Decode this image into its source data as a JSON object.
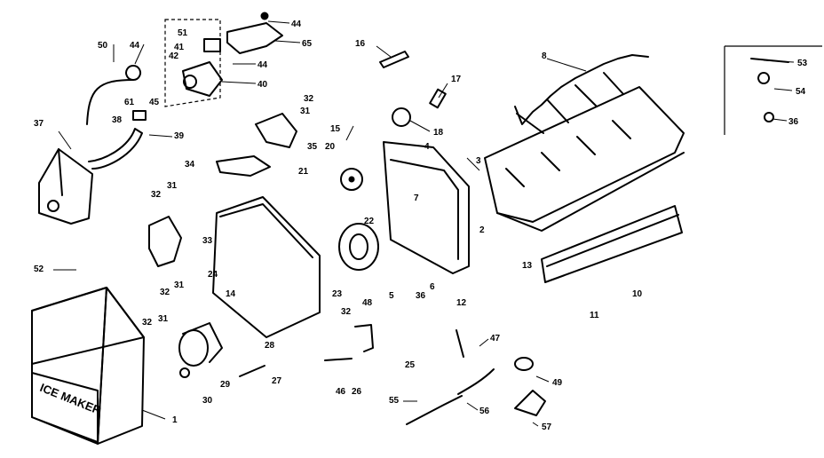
{
  "diagram": {
    "box_label": "ICE MAKER",
    "callouts": [
      {
        "id": "c1",
        "text": "1"
      },
      {
        "id": "c2",
        "text": "2"
      },
      {
        "id": "c3",
        "text": "3"
      },
      {
        "id": "c4",
        "text": "4"
      },
      {
        "id": "c5",
        "text": "5"
      },
      {
        "id": "c6",
        "text": "6"
      },
      {
        "id": "c7",
        "text": "7"
      },
      {
        "id": "c8",
        "text": "8"
      },
      {
        "id": "c10",
        "text": "10"
      },
      {
        "id": "c11",
        "text": "11"
      },
      {
        "id": "c12",
        "text": "12"
      },
      {
        "id": "c13",
        "text": "13"
      },
      {
        "id": "c14",
        "text": "14"
      },
      {
        "id": "c15",
        "text": "15"
      },
      {
        "id": "c16",
        "text": "16"
      },
      {
        "id": "c17",
        "text": "17"
      },
      {
        "id": "c18",
        "text": "18"
      },
      {
        "id": "c20",
        "text": "20"
      },
      {
        "id": "c21",
        "text": "21"
      },
      {
        "id": "c22",
        "text": "22"
      },
      {
        "id": "c23",
        "text": "23"
      },
      {
        "id": "c24",
        "text": "24"
      },
      {
        "id": "c25",
        "text": "25"
      },
      {
        "id": "c26",
        "text": "26"
      },
      {
        "id": "c27",
        "text": "27"
      },
      {
        "id": "c28",
        "text": "28"
      },
      {
        "id": "c29",
        "text": "29"
      },
      {
        "id": "c30",
        "text": "30"
      },
      {
        "id": "c31a",
        "text": "31"
      },
      {
        "id": "c31b",
        "text": "31"
      },
      {
        "id": "c31c",
        "text": "31"
      },
      {
        "id": "c31d",
        "text": "31"
      },
      {
        "id": "c32a",
        "text": "32"
      },
      {
        "id": "c32b",
        "text": "32"
      },
      {
        "id": "c32c",
        "text": "32"
      },
      {
        "id": "c32d",
        "text": "32"
      },
      {
        "id": "c32e",
        "text": "32"
      },
      {
        "id": "c33",
        "text": "33"
      },
      {
        "id": "c34",
        "text": "34"
      },
      {
        "id": "c35",
        "text": "35"
      },
      {
        "id": "c36a",
        "text": "36"
      },
      {
        "id": "c36b",
        "text": "36"
      },
      {
        "id": "c37",
        "text": "37"
      },
      {
        "id": "c38",
        "text": "38"
      },
      {
        "id": "c39",
        "text": "39"
      },
      {
        "id": "c40",
        "text": "40"
      },
      {
        "id": "c41",
        "text": "41"
      },
      {
        "id": "c42",
        "text": "42"
      },
      {
        "id": "c44a",
        "text": "44"
      },
      {
        "id": "c44b",
        "text": "44"
      },
      {
        "id": "c44c",
        "text": "44"
      },
      {
        "id": "c45",
        "text": "45"
      },
      {
        "id": "c46",
        "text": "46"
      },
      {
        "id": "c47",
        "text": "47"
      },
      {
        "id": "c48",
        "text": "48"
      },
      {
        "id": "c49",
        "text": "49"
      },
      {
        "id": "c50",
        "text": "50"
      },
      {
        "id": "c51",
        "text": "51"
      },
      {
        "id": "c52",
        "text": "52"
      },
      {
        "id": "c53",
        "text": "53"
      },
      {
        "id": "c54",
        "text": "54"
      },
      {
        "id": "c55",
        "text": "55"
      },
      {
        "id": "c56",
        "text": "56"
      },
      {
        "id": "c57",
        "text": "57"
      },
      {
        "id": "c61",
        "text": "61"
      },
      {
        "id": "c65",
        "text": "65"
      }
    ]
  }
}
